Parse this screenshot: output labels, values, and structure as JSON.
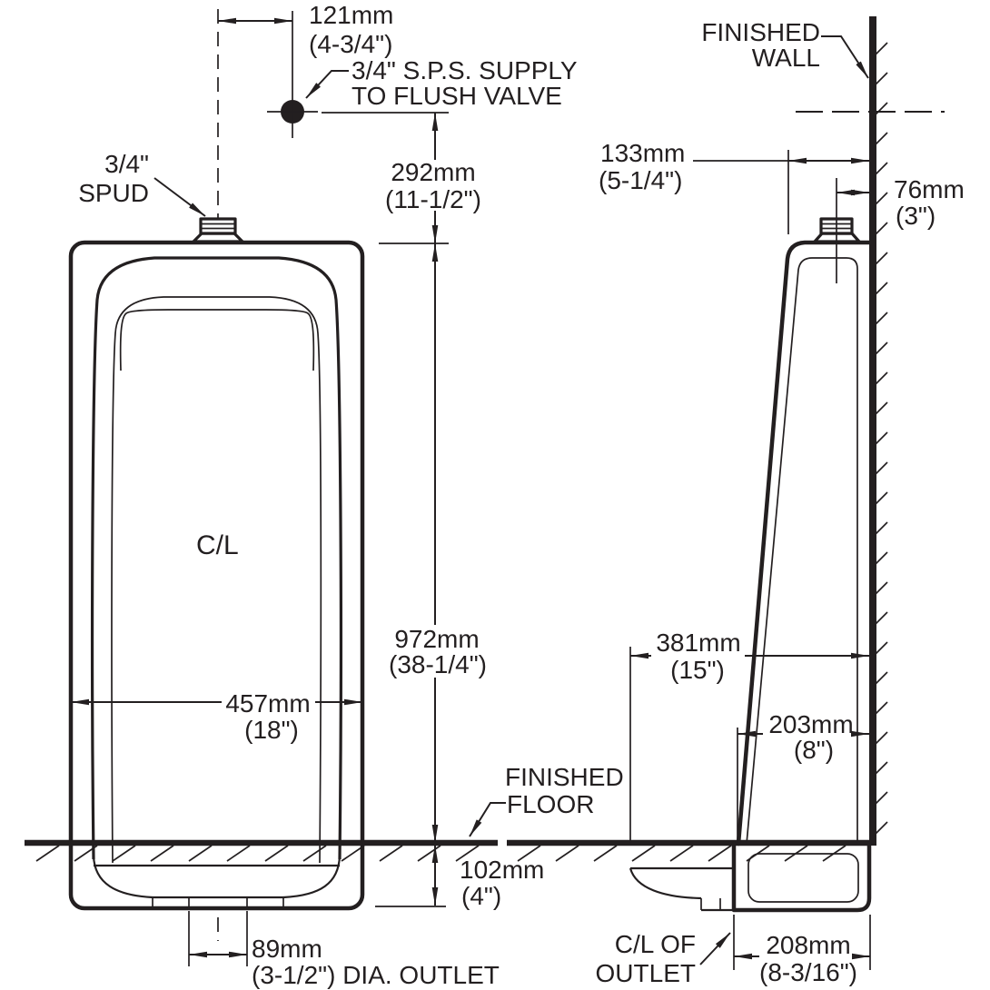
{
  "style": {
    "ink": "#231f20",
    "background": "#ffffff"
  },
  "front": {
    "dim_supply_offset_mm": "121mm",
    "dim_supply_offset_in": "(4-3/4\")",
    "supply_label_1": "3/4\" S.P.S. SUPPLY",
    "supply_label_2": "TO FLUSH VALVE",
    "spud_label_1": "3/4\"",
    "spud_label_2": "SPUD",
    "dim_supply_height_mm": "292mm",
    "dim_supply_height_in": "(11-1/2\")",
    "centerline_label": "C/L",
    "dim_height_mm": "972mm",
    "dim_height_in": "(38-1/4\")",
    "dim_width_mm": "457mm",
    "dim_width_in": "(18\")",
    "floor_label_1": "FINISHED",
    "floor_label_2": "FLOOR",
    "dim_below_floor_mm": "102mm",
    "dim_below_floor_in": "(4\")",
    "dim_outlet_dia_mm": "89mm",
    "dim_outlet_dia_in": "(3-1/2\") DIA. OUTLET"
  },
  "side": {
    "wall_label_1": "FINISHED",
    "wall_label_2": "WALL",
    "dim_rim_to_wall_mm": "133mm",
    "dim_rim_to_wall_in": "(5-1/4\")",
    "dim_spud_to_wall_mm": "76mm",
    "dim_spud_to_wall_in": "(3\")",
    "dim_base_depth_mm": "381mm",
    "dim_base_depth_in": "(15\")",
    "dim_lower_depth_mm": "203mm",
    "dim_lower_depth_in": "(8\")",
    "outlet_cl_label_1": "C/L OF",
    "outlet_cl_label_2": "OUTLET",
    "dim_outlet_to_wall_mm": "208mm",
    "dim_outlet_to_wall_in": "(8-3/16\")"
  }
}
